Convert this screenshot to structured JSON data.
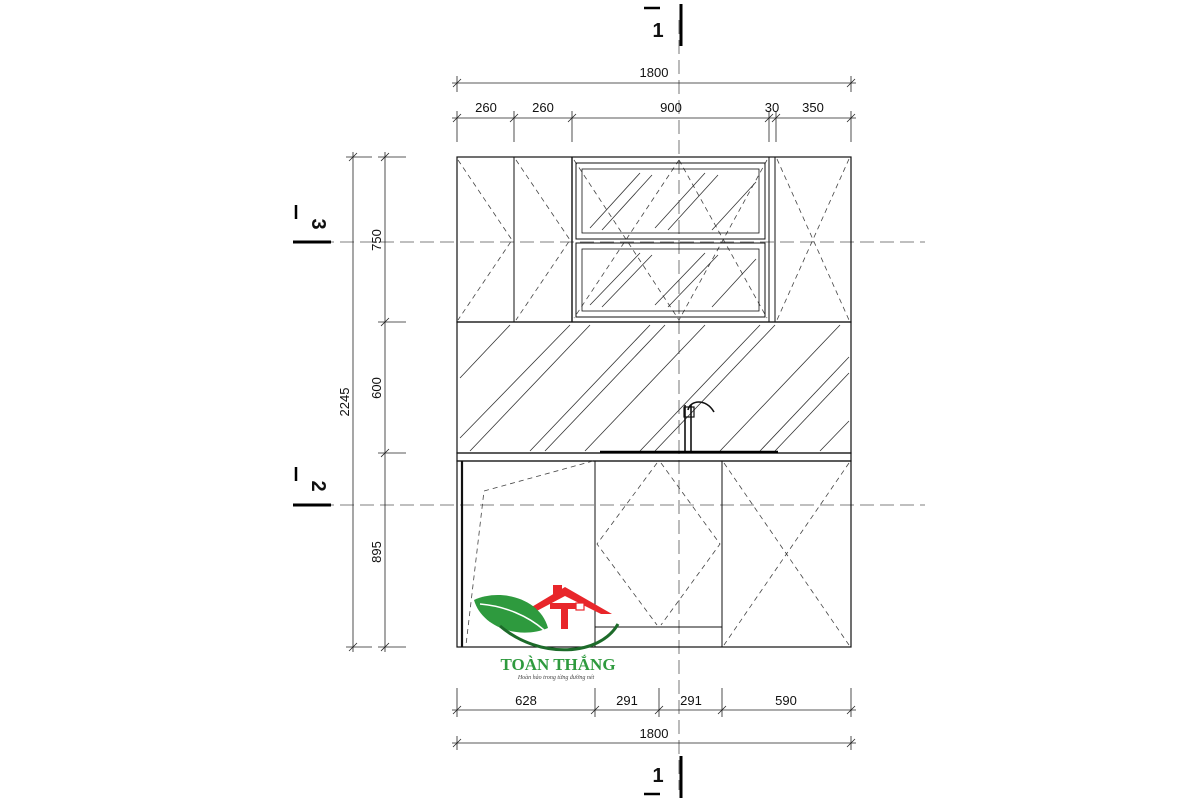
{
  "dimensions": {
    "top_total": "1800",
    "top_segments": [
      "260",
      "260",
      "900",
      "30",
      "350"
    ],
    "bottom_segments": [
      "628",
      "291",
      "291",
      "590"
    ],
    "bottom_total": "1800",
    "left_total": "2245",
    "left_segments": [
      "750",
      "600",
      "895"
    ]
  },
  "section_marks": {
    "top": "1",
    "bottom": "1",
    "upper_left": "3",
    "lower_left": "2"
  },
  "logo": {
    "brand": "TOÀN THẮNG",
    "tagline": "Hoàn hảo trong từng đường nét",
    "colors": {
      "red": "#e8262a",
      "green": "#2e9a3e",
      "dark_green": "#1d6b2a"
    }
  }
}
